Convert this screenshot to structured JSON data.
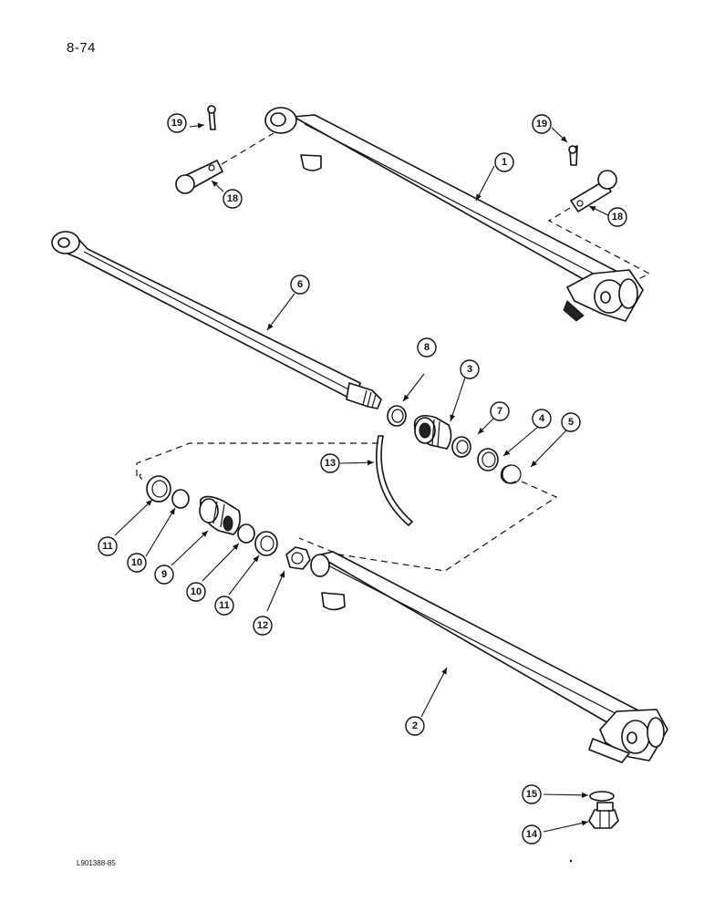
{
  "page_number": "8-74",
  "reference_code": "L901388-85",
  "callouts": [
    "1",
    "2",
    "3",
    "4",
    "5",
    "6",
    "7",
    "8",
    "9",
    "10",
    "10",
    "11",
    "11",
    "12",
    "13",
    "14",
    "15",
    "18",
    "18",
    "19",
    "19"
  ]
}
